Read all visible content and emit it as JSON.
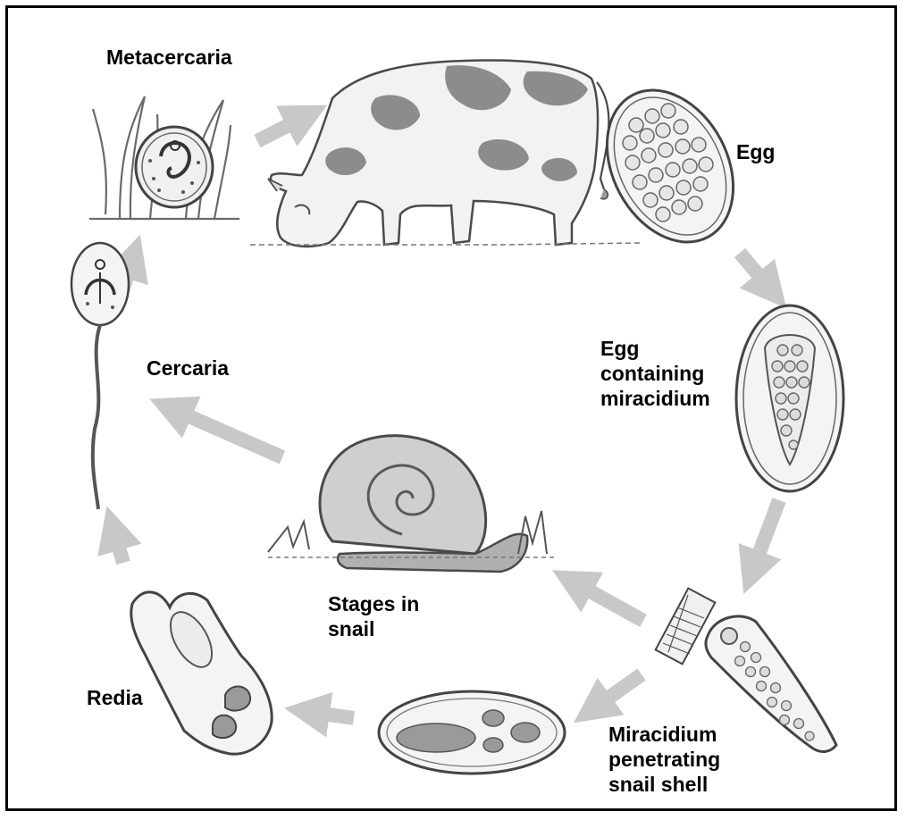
{
  "diagram": {
    "stages": {
      "metacercaria": "Metacercaria",
      "egg": "Egg",
      "egg_miracidium": [
        "Egg",
        "containing",
        "miracidium"
      ],
      "cercaria": "Cercaria",
      "stages_in_snail": [
        "Stages in",
        "snail"
      ],
      "redia": "Redia",
      "miracidium_penetrating": [
        "Miracidium",
        "penetrating",
        "snail shell"
      ]
    },
    "colors": {
      "arrow": "#c8c8c8",
      "outline": "#5a5a5a",
      "cow_spot": "#8c8c8c",
      "snail_shell": "#bdbdbd",
      "frame": "#000000"
    }
  }
}
